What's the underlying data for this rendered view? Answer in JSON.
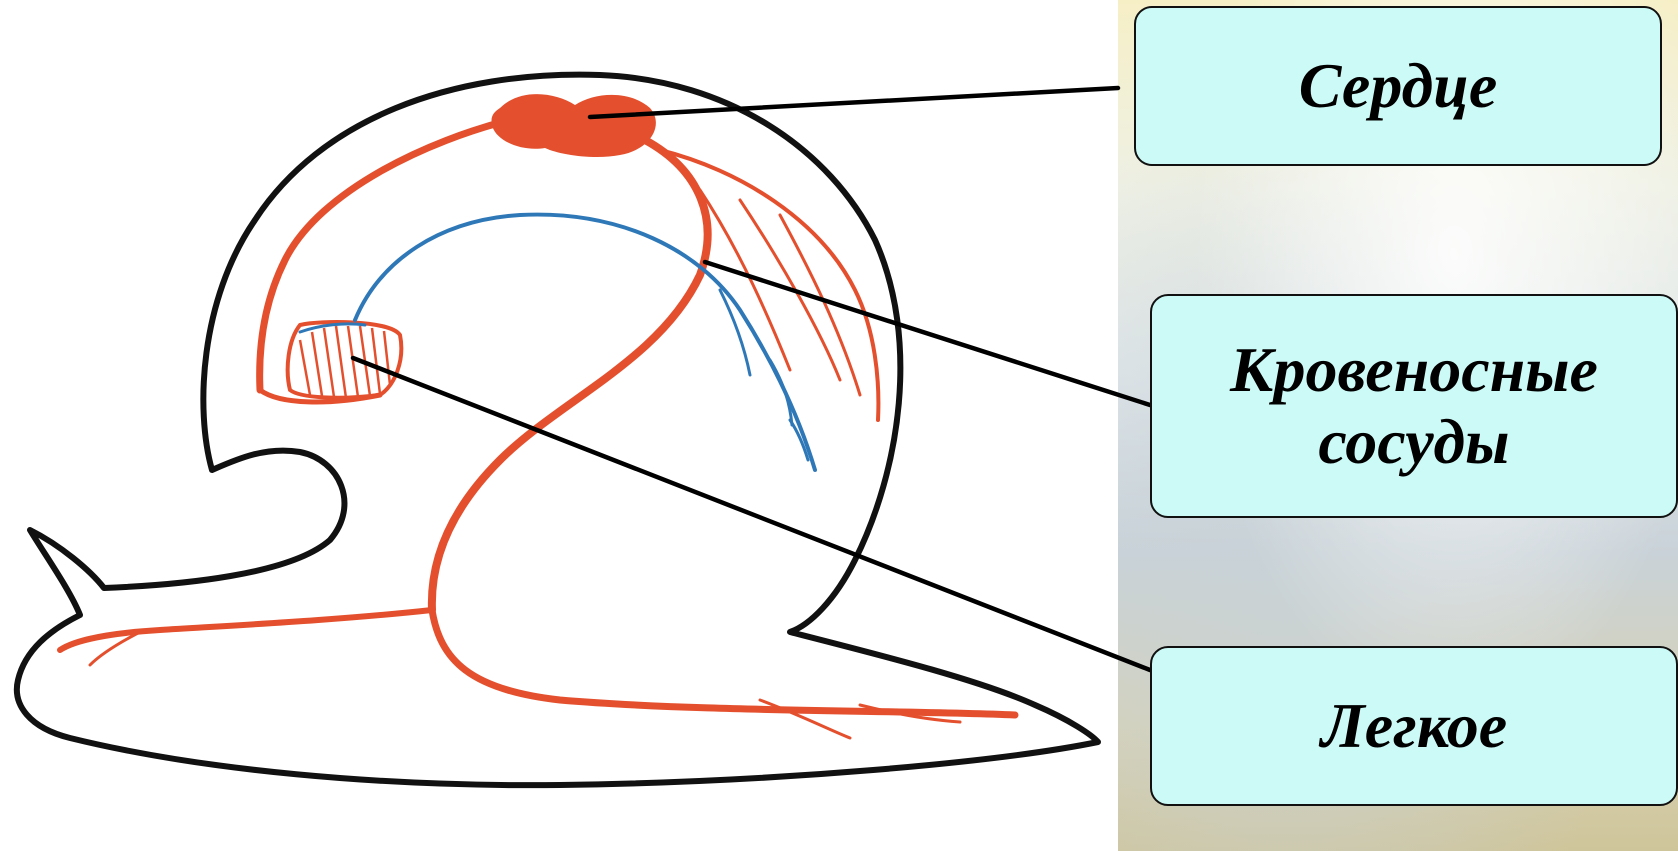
{
  "labels": {
    "heart": "Сердце",
    "vessels_line1": "Кровеносные",
    "vessels_line2": "сосуды",
    "lung": "Легкое"
  },
  "colors": {
    "arteries": "#e4502e",
    "veins": "#2f78b8",
    "outline": "#111111",
    "label_fill": "#ccfaf7"
  }
}
